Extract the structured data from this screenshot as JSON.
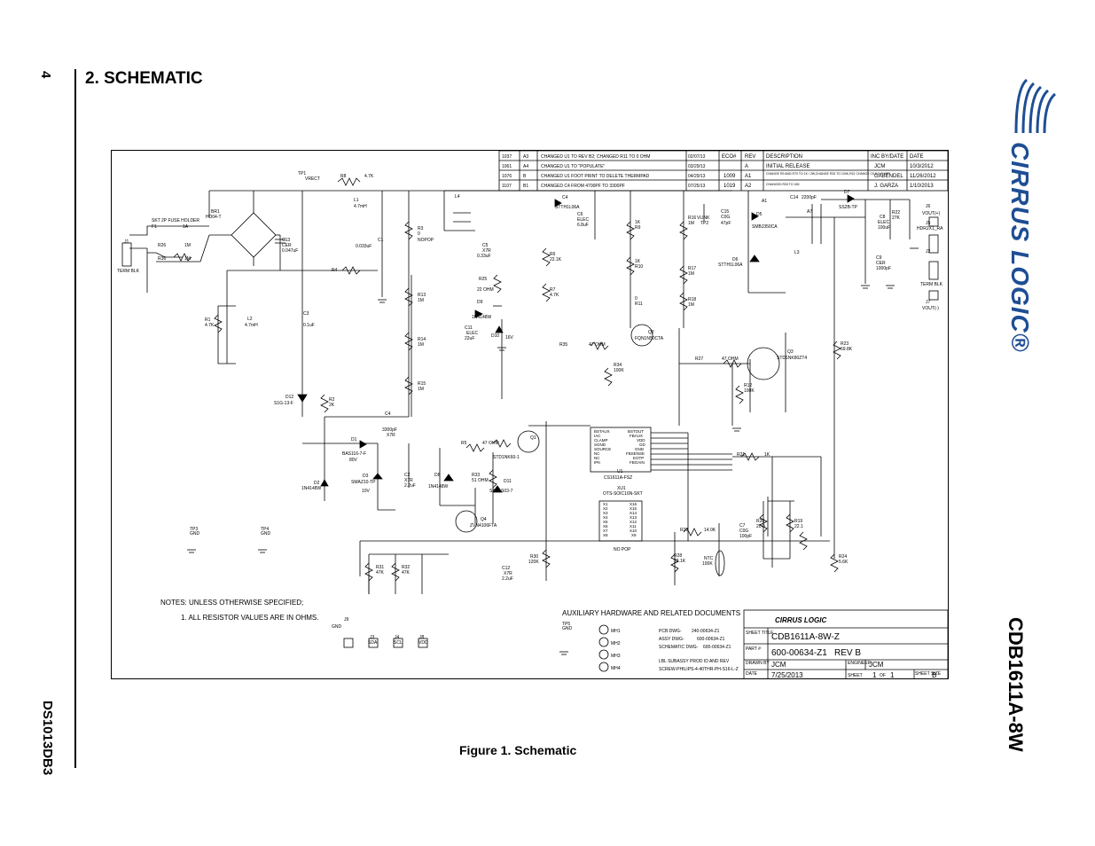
{
  "page": {
    "page_number": "4",
    "section_title": "2.  SCHEMATIC",
    "figure_caption": "Figure 1.  Schematic",
    "doc_id": "DS1013DB3",
    "board_name": "CDB1611A-8W",
    "logo_text": "CIRRUS LOGIC®"
  },
  "revision_table": {
    "headers": [
      "ECO#",
      "REV",
      "DESCRIPTION",
      "INC BY/DATE",
      "DATE"
    ],
    "rows": [
      {
        "eco": "1037",
        "rev": "A3",
        "desc": "CHANGED U1 TO REV B2; CHANGED R11 TO 0 OHM",
        "date": "02/07/13",
        "eco2": "",
        "rev2": "A",
        "desc2": "INITIAL RELEASE",
        "by": "JCM",
        "date2": "10/3/2012"
      },
      {
        "eco": "1061",
        "rev": "A4",
        "desc": "CHANGED U1 TO \"POPULATE\"",
        "date": "03/29/13",
        "eco2": "1009",
        "rev2": "A1",
        "desc2": "CHANGE R9 AND R70 TO 1K / 2W,CHANGE R33 TO 100K,R21 CHANGE C5 8.2uF X5R",
        "by": "GABENDEL",
        "date2": "11/26/2012"
      },
      {
        "eco": "1076",
        "rev": "B",
        "desc": "CHANGED U1 FOOT PRINT TO DELETE THERMPAD",
        "date": "04/29/13",
        "eco2": "1019",
        "rev2": "A2",
        "desc2": "CHANGED R33 TO 15K",
        "by": "J. GARZA",
        "date2": "1/10/2013"
      },
      {
        "eco": "1107",
        "rev": "B1",
        "desc": "CHANGED C4 FROM 4700PF TO 3300PF",
        "date": "07/25/13",
        "eco2": "",
        "rev2": "",
        "desc2": "",
        "by": "",
        "date2": ""
      }
    ]
  },
  "notes": {
    "heading": "NOTES: UNLESS OTHERWISE SPECIFIED;",
    "item1": "1. ALL RESISTOR VALUES ARE IN OHMS."
  },
  "aux": {
    "heading": "AUXILIARY HARDWARE AND RELATED DOCUMENTS",
    "mh": [
      "MH1",
      "MH2",
      "MH3",
      "MH4"
    ],
    "docs": [
      {
        "label": "PCB DWG-",
        "value": "240-00634-Z1"
      },
      {
        "label": "ASSY DWG-",
        "value": "600-00634-Z1"
      },
      {
        "label": "SCHEMATIC DWG-",
        "value": "600-00634-Z1"
      },
      {
        "label": "LBL SUBASSY PROD ID AND REV",
        "value": ""
      },
      {
        "label": "SCREW-PHILIPS-4-40THR-PH-S16-L-Z",
        "value": ""
      }
    ]
  },
  "title_block": {
    "logo": "CIRRUS LOGIC",
    "sheet_title_label": "SHEET TITLE",
    "sheet_title": "CDB1611A-8W-Z",
    "part_label": "PART #",
    "part": "600-00634-Z1",
    "rev": "REV B",
    "drawn_by_label": "DRAWN BY",
    "drawn_by": "JCM",
    "engineer_label": "ENGINEER",
    "engineer": "JCM",
    "date_label": "DATE",
    "date": "7/25/2013",
    "sheet_label": "SHEET",
    "sheet": "1",
    "of_label": "OF",
    "of": "1",
    "size_label": "SHEET SIZE",
    "size": "B"
  },
  "components": {
    "tp1": "TP1",
    "vrect": "VRECT",
    "r8": "R8",
    "r8v": "4.7K",
    "l1": "L1",
    "l1v": "4.7mH",
    "l4": "L4",
    "c1": "C1",
    "c1v": "0.033uF",
    "skt": "SKT 2P FUSE HOLDER",
    "f1": "F1",
    "f1v": "1A",
    "br1": "BR1",
    "br1v": "HD04-T",
    "j1": "J1",
    "termblk": "TERM BLK",
    "r26": "R26",
    "r26v": "1M",
    "r36": "R36",
    "r36v": "1M",
    "c13": "C13",
    "c13v": "CER",
    "c13v2": "0.047uF",
    "r4": "R4",
    "r1": "R1",
    "r1v": "4.7K",
    "l2": "L2",
    "l2v": "4.7mH",
    "c3": "C3",
    "c3v": "0.1uF",
    "d12": "D12",
    "d12v": "S1G-13-F",
    "r2": "R2",
    "r2v": "2K",
    "c4": "C4",
    "c4v": "3300pF",
    "c4v2": "X7R",
    "d1": "D1",
    "d1v": "BAS116-7-F",
    "d1v2": "80V",
    "d2": "D2",
    "d2v": "1N4148W",
    "d3": "D3",
    "d3v": "SMAZ10-TP",
    "d3v2": "10V",
    "c2": "C2",
    "c2v": "X7R",
    "c2v2": "2.2uF",
    "r3": "R3",
    "r3v": "0",
    "r3v2": "NOPOP",
    "r13": "R13",
    "r13v": "1M",
    "r14": "R14",
    "r14v": "1M",
    "r15": "R15",
    "r15v": "1M",
    "c5": "C5",
    "c5v": "X7R",
    "c5v2": "0.33uF",
    "r25": "R25",
    "r25v": "22 OHM",
    "d9": "D9",
    "d9v": "1N4148W",
    "c11": "C11",
    "c11v": "ELEC",
    "c11v2": "22uF",
    "d10": "D10",
    "d10v": "16V",
    "c4b": "C4",
    "c4bv": "STTH1L06A",
    "c6": "C6",
    "c6v": "ELEC",
    "c6v2": "6.8uF",
    "r6": "R6",
    "r6v": "22.1K",
    "r7": "R7",
    "r7v": "4.7K",
    "r9": "R9",
    "r9v": "1K",
    "r10": "R10",
    "r10v": "1K",
    "r11": "R11",
    "r11v": "0",
    "q2": "Q2",
    "q2v": "FQN1N50CTA",
    "r35": "R35",
    "r35v": "47 OHM",
    "r34": "R34",
    "r34v": "100K",
    "r16": "R16",
    "r16v": "1M",
    "r17": "R17",
    "r17v": "1M",
    "r18": "R18",
    "r18v": "1M",
    "tp2": "TP2",
    "vlink": "VLINK",
    "c15": "C15",
    "c15v": "C0G",
    "c15v2": "47pF",
    "d5": "D5",
    "d5v": "SMBJ350CA",
    "d6": "D6",
    "d6v": "STTH1L06A",
    "a1": "A1",
    "a7": "A7",
    "c14": "C14",
    "c14v": "2200pF",
    "d7": "D7",
    "d7v": "SS2B-TP",
    "c8": "C8",
    "c8v": "ELEC",
    "c8v2": "100uF",
    "r22": "R22",
    "r22v": "27K",
    "c9": "C9",
    "c9v": "CER",
    "c9v2": "1000pF",
    "l3": "L3",
    "j6": "J6",
    "j6v": "VOUT(+)",
    "j5": "J5",
    "j5v": "HDR2X1_RA",
    "j2": "J2",
    "j7": "J7",
    "j7v": "VOUT(-)",
    "q3": "Q3",
    "q3v": "STD1NK80ZT4",
    "r27": "R27",
    "r27v": "47 OHM",
    "r12": "R12",
    "r12v": "100K",
    "r23": "R23",
    "r23v": "69.8K",
    "q1": "Q1",
    "q1v": "STD1NK60-1",
    "r5": "R5",
    "r5v": "47 OHM",
    "r33": "R33",
    "r33v": "51 OHM",
    "d8": "D8",
    "d8v": "1N4148W",
    "d11": "D11",
    "d11v": "SBR1S03-7",
    "q4": "Q4",
    "q4v": "ZVN4106FTA",
    "u1": "U1",
    "u1v": "CS1611A-FSZ",
    "u1_left": [
      "BSTAUX",
      "IAC",
      "CLAMP",
      "SGND",
      "SOURCE",
      "NC",
      "NC",
      "IPK"
    ],
    "u1_right": [
      "BSTOUT",
      "FBAUX",
      "VDD",
      "GD",
      "GND",
      "FBSENSE",
      "EOTP",
      "FBGAIN"
    ],
    "xu1": "XU1",
    "xu1v": "OTS-SOIC16N-SKT",
    "xu1_left": [
      "X1",
      "X2",
      "X3",
      "X4",
      "X5",
      "X6",
      "X7",
      "X8"
    ],
    "xu1_right": [
      "X16",
      "X15",
      "X14",
      "X13",
      "X12",
      "X11",
      "X10",
      "X9"
    ],
    "nopop": "NO POP",
    "r21": "R21",
    "r21v": "1K",
    "r29": "R29",
    "r29v": "14.0K",
    "c7": "C7",
    "c7v": "C0G",
    "c7v2": "100pF",
    "r20": "R20",
    "r20v": "20.0",
    "r19": "R19",
    "r19v": "22.1",
    "r24": "R24",
    "r24v": "5.6K",
    "r28": "R28",
    "r28v": "22.1K",
    "ntc": "NTC",
    "ntcv": "100K",
    "r30": "R30",
    "r30v": "120K",
    "c12": "C12",
    "c12v": "X7R",
    "c12v2": "2.2uF",
    "r31": "R31",
    "r31v": "47K",
    "r32": "R32",
    "r32v": "47K",
    "tp3": "TP3",
    "tp4": "TP4",
    "tp5": "TP5",
    "gnd": "GND",
    "j9": "J9",
    "j3": "J3",
    "j4": "J4",
    "j8": "J8",
    "sda": "SDA",
    "scl": "SCL",
    "vdd": "VDD"
  }
}
